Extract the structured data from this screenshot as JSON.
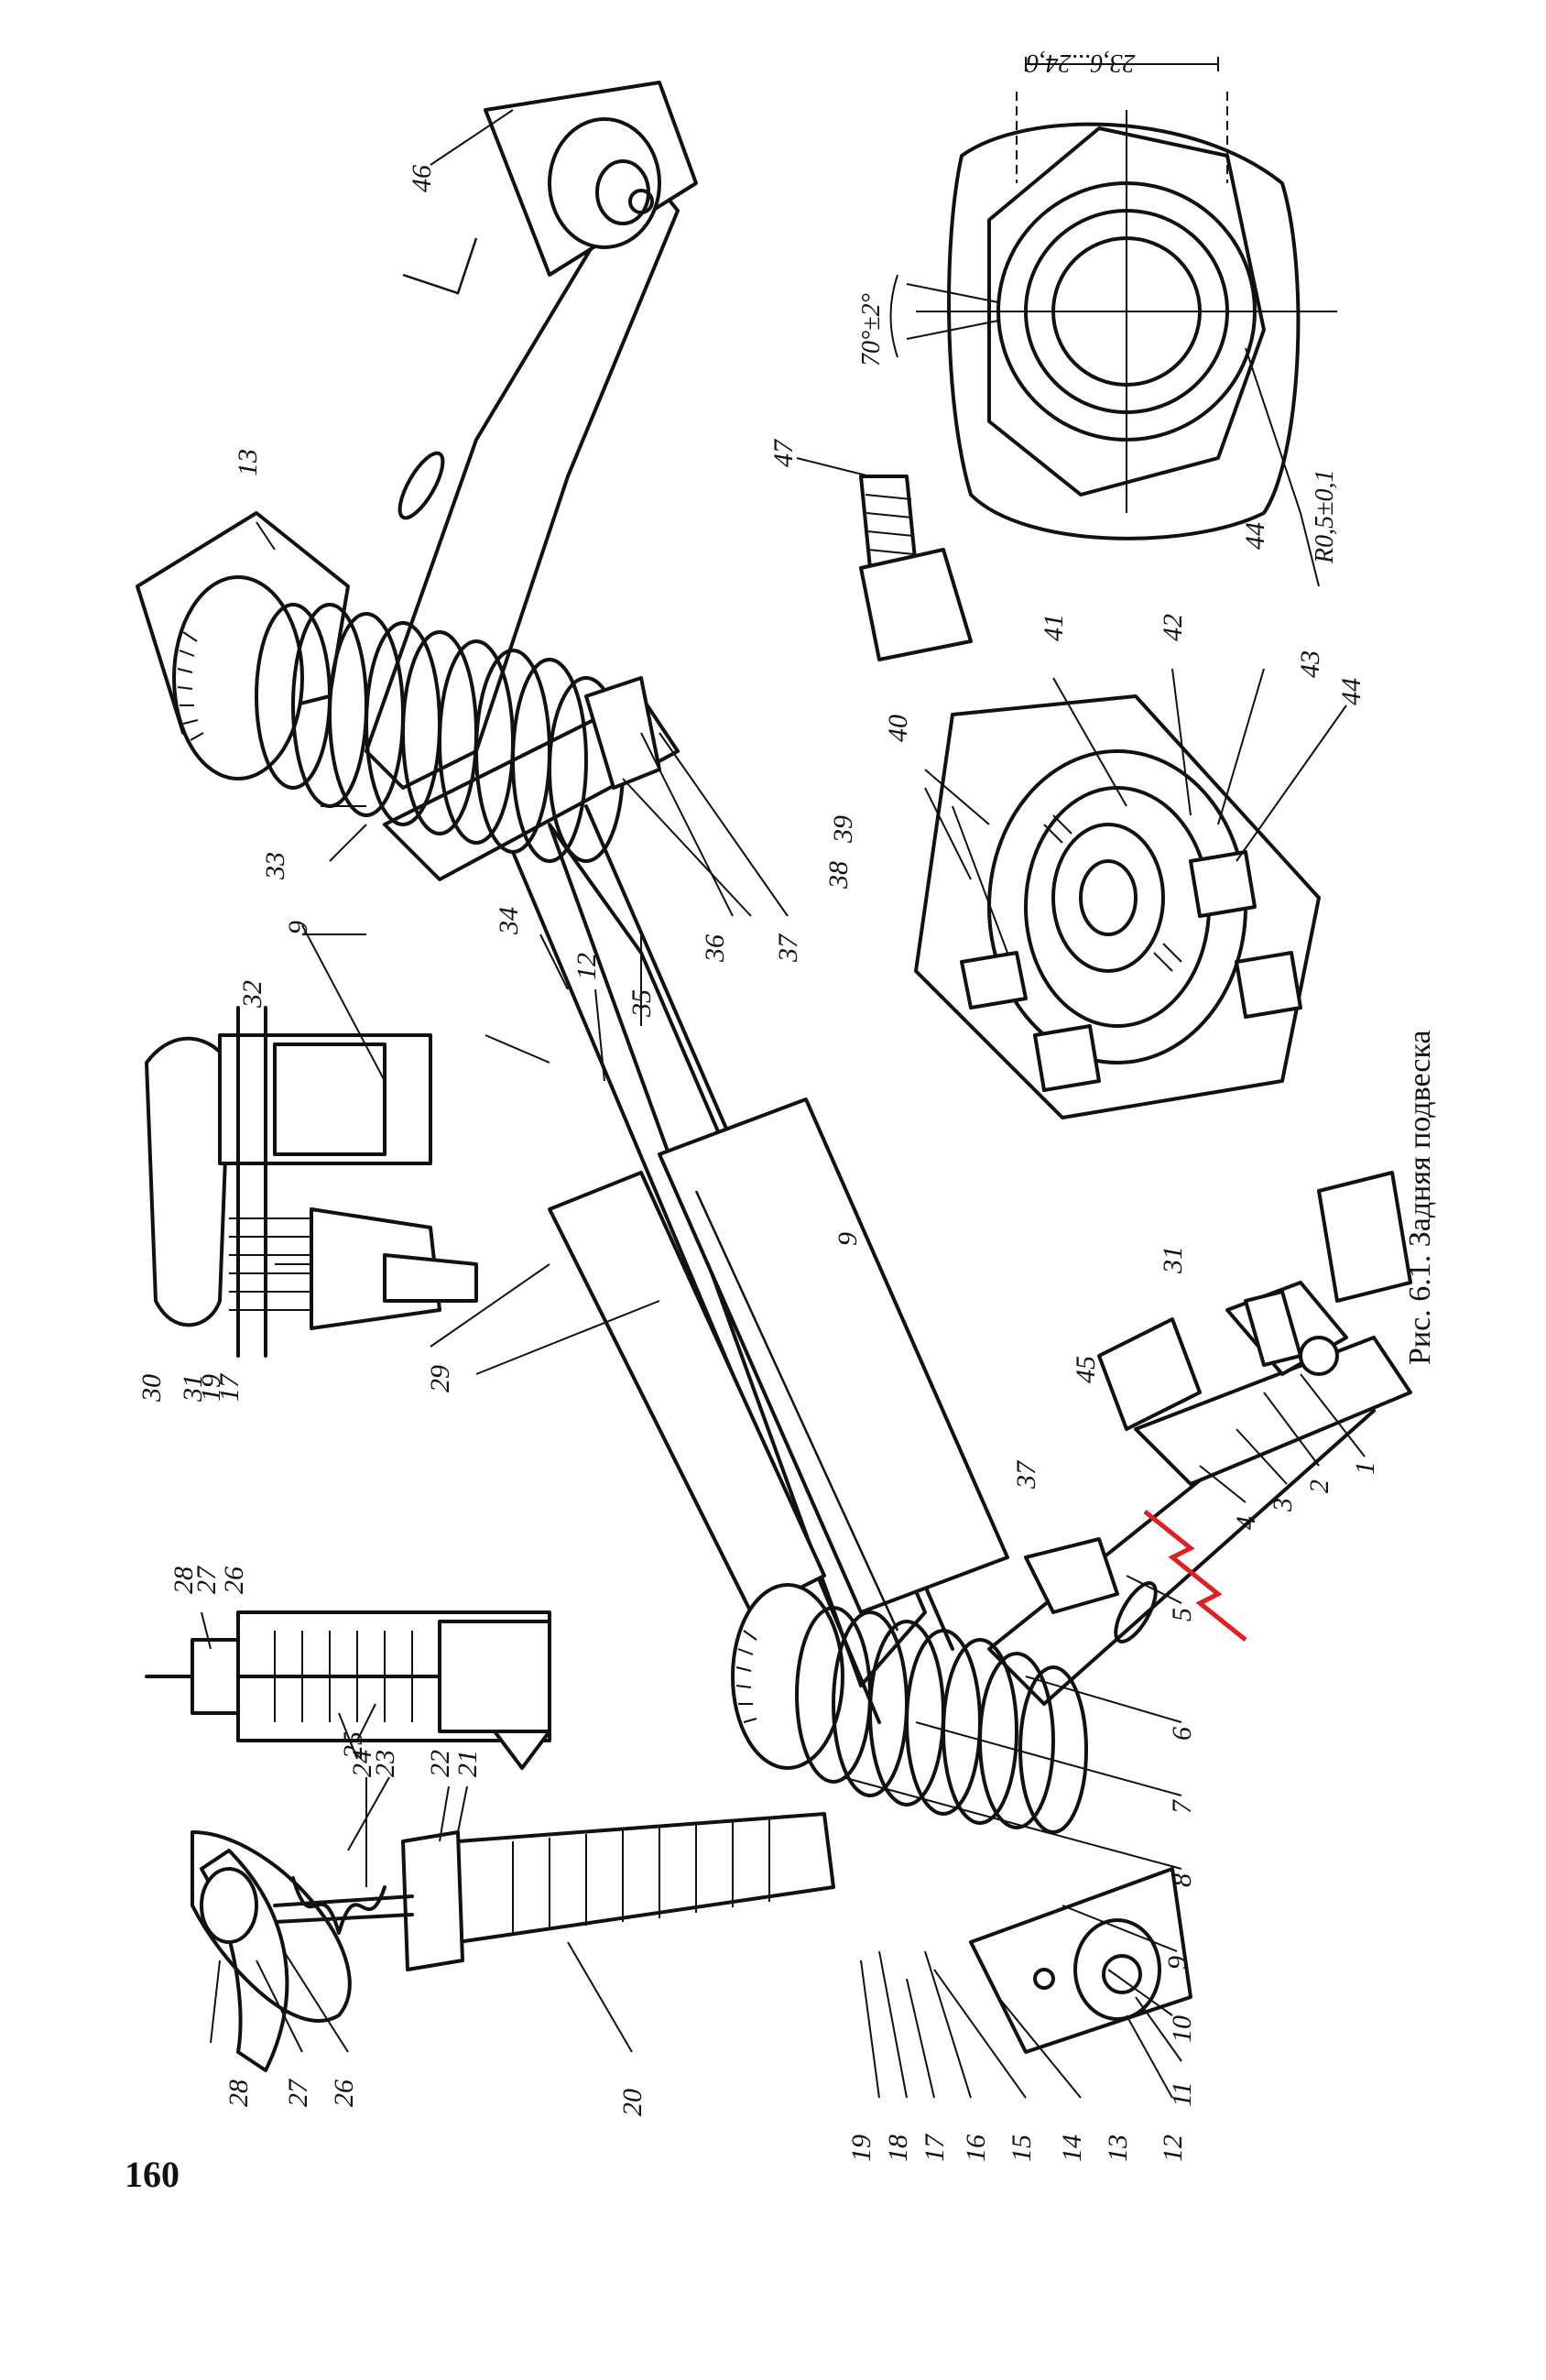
{
  "page_number": "160",
  "caption": "Рис. 6.1. Задняя подвеска",
  "dimensions": {
    "width_range": "23,6...24,6",
    "angle": "70°±2°",
    "radius": "R0,5±0,1"
  },
  "part_labels": [
    "1",
    "2",
    "3",
    "4",
    "5",
    "6",
    "7",
    "8",
    "9",
    "10",
    "11",
    "12",
    "13",
    "14",
    "15",
    "16",
    "17",
    "18",
    "19",
    "20",
    "21",
    "22",
    "23",
    "24",
    "25",
    "26",
    "27",
    "28",
    "29",
    "30",
    "31",
    "32",
    "33",
    "34",
    "35",
    "36",
    "37",
    "38",
    "39",
    "40",
    "41",
    "42",
    "43",
    "44",
    "45",
    "46",
    "47"
  ],
  "accent_color": "#e02020"
}
